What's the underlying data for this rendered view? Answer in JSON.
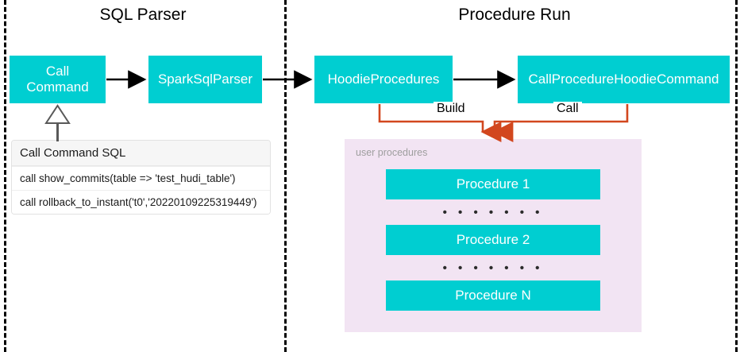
{
  "diagram": {
    "title_left": "SQL Parser",
    "title_right": "Procedure Run",
    "colors": {
      "box_fill": "#00CED1",
      "box_text": "#FFFFFF",
      "panel_fill": "#F2E4F3",
      "connector_orange": "#D2471E",
      "connector_black": "#000000",
      "divider": "#000000",
      "panel_label_text": "#9E9E9E"
    }
  },
  "nodes": {
    "call_command": "Call\nCommand",
    "call_command_line1": "Call",
    "call_command_line2": "Command",
    "spark_sql_parser": "SparkSqlParser",
    "hoodie_procedures": "HoodieProcedures",
    "call_procedure_hoodie_command": "CallProcedureHoodieCommand"
  },
  "sql_table": {
    "header": "Call Command SQL",
    "rows": [
      "call show_commits(table => 'test_hudi_table')",
      "call rollback_to_instant('t0','20220109225319449')"
    ]
  },
  "user_procedures": {
    "label": "user procedures",
    "items": [
      "Procedure 1",
      "Procedure 2",
      "Procedure N"
    ],
    "ellipsis": "• • • • • • •"
  },
  "edges": {
    "build_label": "Build",
    "call_label": "Call"
  }
}
